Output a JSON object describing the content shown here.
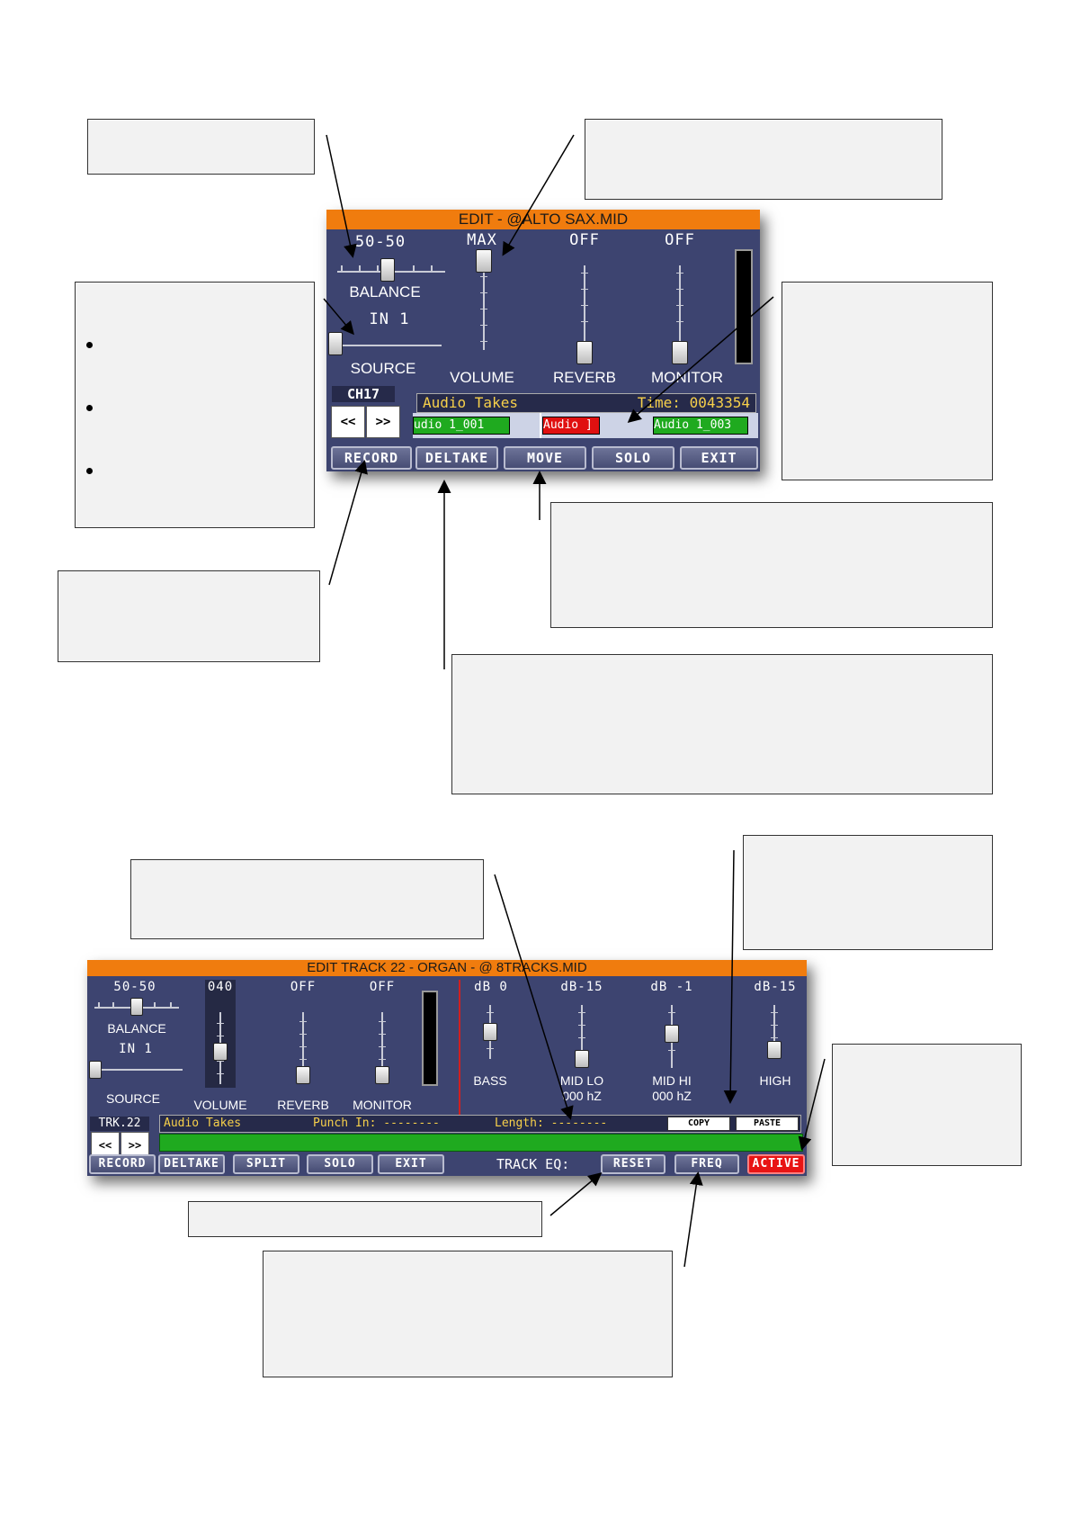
{
  "panel_top": {
    "title": "EDIT - @ALTO SAX.MID",
    "balance": {
      "value": "50-50",
      "label": "BALANCE"
    },
    "source": {
      "value": "IN  1",
      "label": "SOURCE"
    },
    "volume": {
      "value": "MAX",
      "label": "VOLUME"
    },
    "reverb": {
      "value": "OFF",
      "label": "REVERB"
    },
    "monitor": {
      "value": "OFF",
      "label": "MONITOR"
    },
    "channel": "CH17",
    "nav": {
      "prev": "<<",
      "next": ">>"
    },
    "takes": {
      "title": "Audio Takes",
      "time_label": "Time: 0043354"
    },
    "take_items": [
      {
        "label": "udio 1_001",
        "color": "#1faa1f"
      },
      {
        "label": "Audio ]",
        "color": "#e01010"
      },
      {
        "label": "Audio 1_003",
        "color": "#1faa1f"
      }
    ],
    "buttons": [
      "RECORD",
      "DELTAKE",
      "MOVE",
      "SOLO",
      "EXIT"
    ]
  },
  "panel_bottom": {
    "title": "EDIT TRACK 22 - ORGAN - @ 8TRACKS.MID",
    "balance": {
      "value": "50-50",
      "label": "BALANCE"
    },
    "source": {
      "value": "IN  1",
      "label": "SOURCE"
    },
    "volume": {
      "value": "040",
      "label": "VOLUME"
    },
    "reverb": {
      "value": "OFF",
      "label": "REVERB"
    },
    "monitor": {
      "value": "OFF",
      "label": "MONITOR"
    },
    "eq": [
      {
        "value": "dB 0",
        "label": "BASS",
        "sub": ""
      },
      {
        "value": "dB-15",
        "label": "MID LO",
        "sub": "000 hZ"
      },
      {
        "value": "dB -1",
        "label": "MID HI",
        "sub": "000 hZ"
      },
      {
        "value": "dB-15",
        "label": "HIGH",
        "sub": ""
      }
    ],
    "track": "TRK.22",
    "nav": {
      "prev": "<<",
      "next": ">>"
    },
    "takes": {
      "title": "Audio Takes",
      "punch_in": "Punch In: --------",
      "length": "Length: --------"
    },
    "copy": "COPY",
    "paste": "PASTE",
    "buttons": [
      "RECORD",
      "DELTAKE",
      "SPLIT",
      "SOLO",
      "EXIT"
    ],
    "track_eq_label": "TRACK EQ:",
    "reset": "RESET",
    "freq": "FREQ",
    "active": "ACTIVE"
  },
  "colors": {
    "panel": "#3d4470",
    "title_bar": "#f07c0e",
    "green": "#1faa1f",
    "red": "#e01010"
  }
}
